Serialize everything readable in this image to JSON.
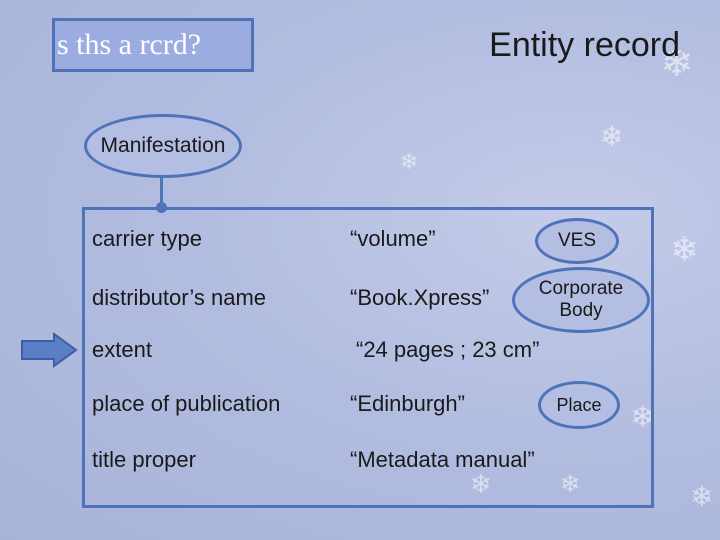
{
  "title_box": {
    "text": "s ths a rcrd?"
  },
  "heading": "Entity record",
  "entity": {
    "label": "Manifestation"
  },
  "rows": [
    {
      "label": "carrier type",
      "value": "“volume”"
    },
    {
      "label": "distributor’s name",
      "value": "“Book.Xpress”"
    },
    {
      "label": "extent",
      "value": "“24 pages ; 23 cm”"
    },
    {
      "label": "place of publication",
      "value": "“Edinburgh”"
    },
    {
      "label": "title proper",
      "value": "“Metadata manual”"
    }
  ],
  "annotations": {
    "ves": "VES",
    "corporate_body": "Corporate\nBody",
    "place": "Place"
  },
  "colors": {
    "outline": "#4f73b9",
    "title_box_fill": "#9aace0",
    "arrow_fill": "#5b7fc7",
    "background": "#b3bde0"
  },
  "icons": {
    "pointer": "right-arrow-icon"
  }
}
